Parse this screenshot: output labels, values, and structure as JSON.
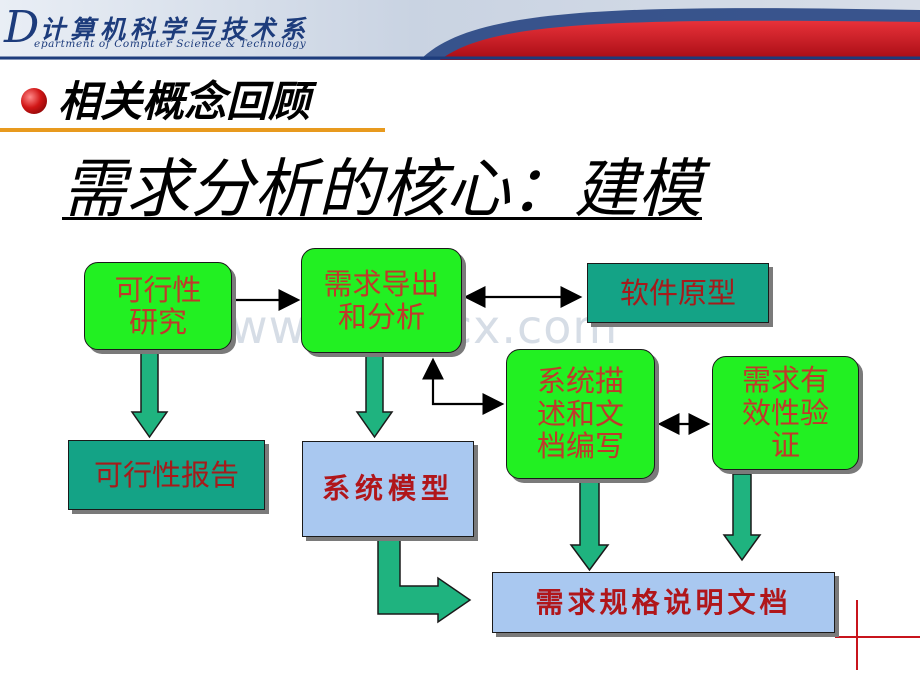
{
  "header": {
    "logo_letter": "D",
    "dept_cn": "计算机科学与技术系",
    "dept_en": "epartment of Computer Science & Technology"
  },
  "section_heading": "相关概念回顾",
  "title": "需求分析的核心：建模",
  "watermark": "www.bdocx.com",
  "boxes": {
    "feasibility_study": "可行性\n研究",
    "req_elicitation": "需求导出\n和分析",
    "software_prototype": "软件原型",
    "system_description": "系统描\n述和文\n档编写",
    "req_validation": "需求有\n效性验\n证",
    "feasibility_report": "可行性报告",
    "system_model": "系统模型",
    "req_spec_doc": "需求规格说明文档"
  },
  "colors": {
    "green_box": "#22f022",
    "teal_box": "#14a386",
    "blue_box": "#a9c8f0",
    "arrow_fill": "#1fb37f",
    "box_text": "#c0392b",
    "accent_line": "#e89a1e",
    "banner_blue": "#1d3c7c",
    "banner_red": "#c8141c"
  }
}
